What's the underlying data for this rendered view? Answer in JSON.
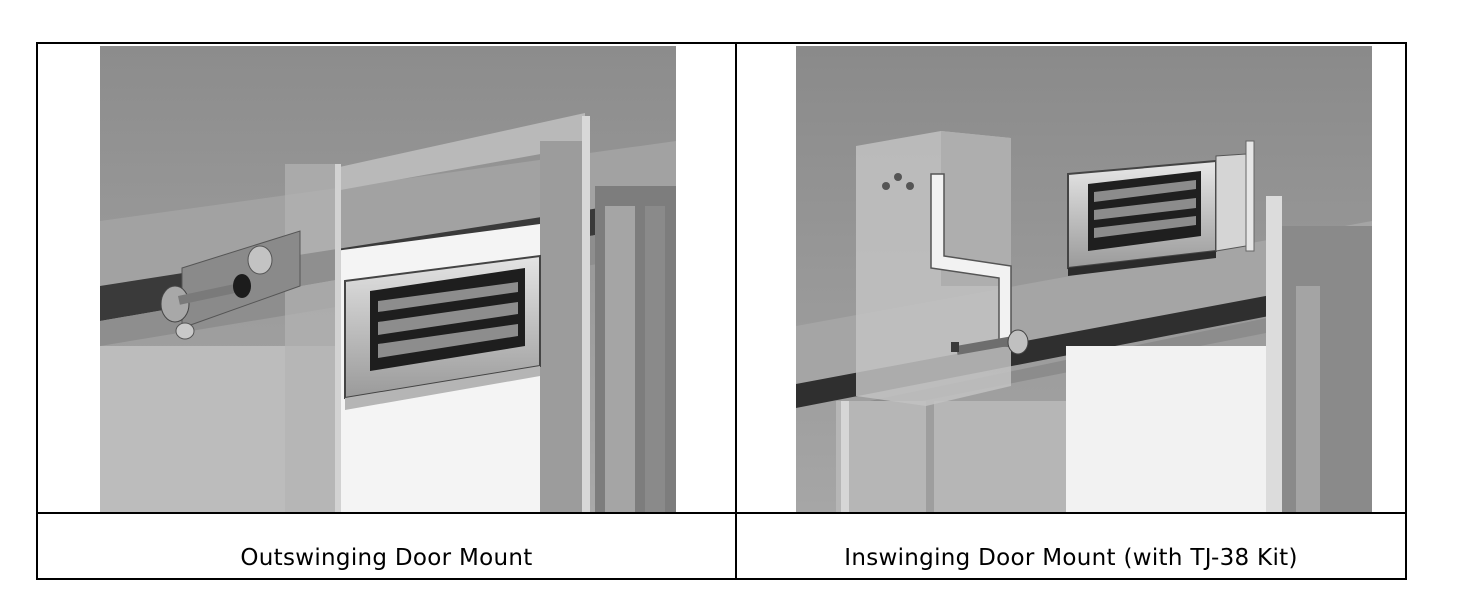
{
  "figure": {
    "left": {
      "caption": "Outswinging Door Mount",
      "image_subject": "magnetic-lock-outswinging"
    },
    "right": {
      "caption": "Inswinging Door Mount (with TJ-38 Kit)",
      "image_subject": "magnetic-lock-inswinging-bracket"
    }
  }
}
